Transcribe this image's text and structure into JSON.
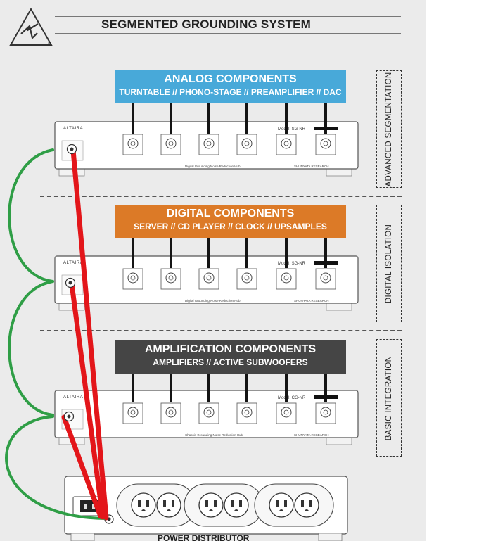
{
  "header": {
    "title": "SEGMENTED GROUNDING SYSTEM",
    "registered_mark": "®",
    "logo_icon": "altaira-triangle-logo-icon"
  },
  "sections": [
    {
      "band_title": "ANALOG COMPONENTS",
      "band_subtitle": "TURNTABLE // PHONO-STAGE // PREAMPLIFIER // DAC",
      "band_color": "#48a9d9",
      "side_label": "ADVANCED SEGMENTATION"
    },
    {
      "band_title": "DIGITAL COMPONENTS",
      "band_subtitle": "SERVER // CD PLAYER // CLOCK // UPSAMPLES",
      "band_color": "#dc7a27",
      "side_label": "DIGITAL ISOLATION"
    },
    {
      "band_title": "AMPLIFICATION COMPONENTS",
      "band_subtitle": "AMPLIFIERS // ACTIVE SUBWOOFERS",
      "band_color": "#454545",
      "side_label": "BASIC INTEGRATION"
    }
  ],
  "units": [
    {
      "brand": "ALTAIRA",
      "model": "Model: SG-NR",
      "caption": "Digital Grounding Noise Reduction Hub",
      "bottom_text": "SHUNYATA RESEARCH"
    },
    {
      "brand": "ALTAIRA",
      "model": "Model: SG-NR",
      "caption": "Digital Grounding Noise Reduction Hub",
      "bottom_text": "SHUNYATA RESEARCH"
    },
    {
      "brand": "ALTAIRA",
      "model": "Model: CG-NR",
      "caption": "Chassis Grounding Noise Reduction Hub",
      "bottom_text": "SHUNYATA RESEARCH"
    }
  ],
  "distributor": {
    "label": "POWER DISTRIBUTOR"
  },
  "colors": {
    "panel": "#ebebeb",
    "ground_cable": "#e3161a",
    "link_cable": "#2f9e46",
    "terminal_cable": "#141414"
  }
}
